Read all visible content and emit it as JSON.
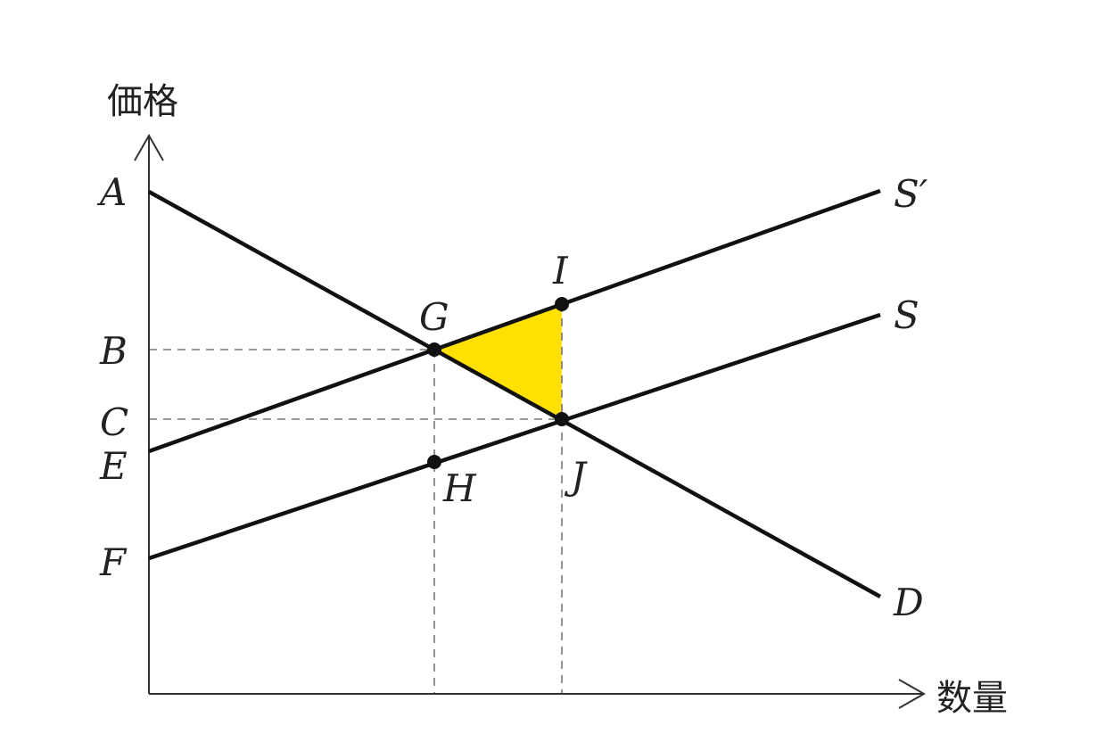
{
  "axes": {
    "y_title": "価格",
    "x_title": "数量"
  },
  "price_labels": {
    "A": "A",
    "B": "B",
    "C": "C",
    "E": "E",
    "F": "F"
  },
  "curve_labels": {
    "supply_shifted": "S′",
    "supply": "S",
    "demand": "D"
  },
  "point_labels": {
    "G": "G",
    "H": "H",
    "I": "I",
    "J": "J"
  },
  "colors": {
    "triangle_fill": "#FFE000",
    "line": "#111111",
    "guide": "#777777"
  }
}
